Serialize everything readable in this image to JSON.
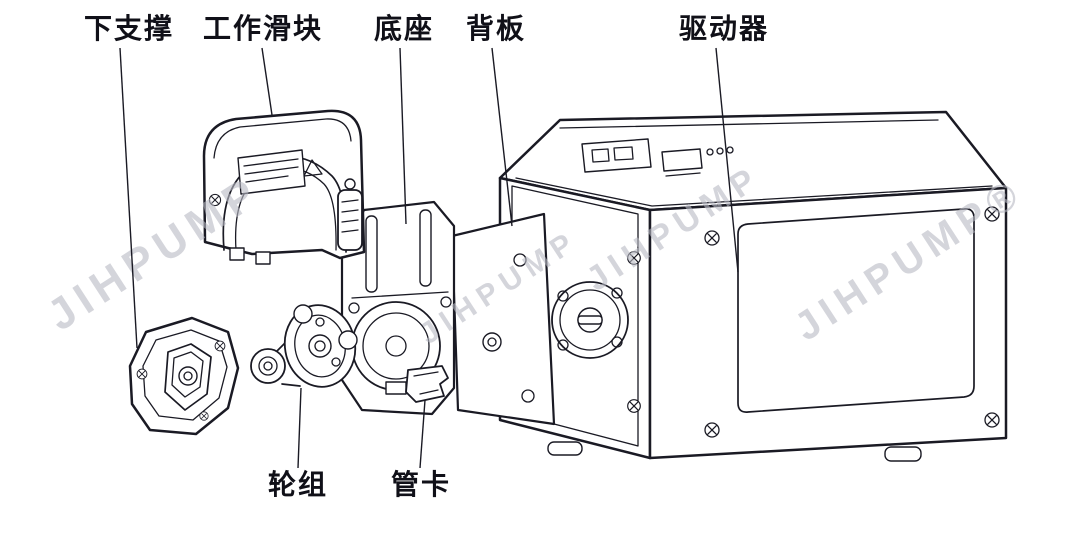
{
  "diagram": {
    "type": "exploded-parts-diagram",
    "subject": "peristaltic-pump",
    "labels": [
      {
        "id": "lower-support",
        "text": "下支撑",
        "position": "top"
      },
      {
        "id": "working-slider",
        "text": "工作滑块",
        "position": "top"
      },
      {
        "id": "base",
        "text": "底座",
        "position": "top"
      },
      {
        "id": "back-plate",
        "text": "背板",
        "position": "top"
      },
      {
        "id": "driver",
        "text": "驱动器",
        "position": "top"
      },
      {
        "id": "wheel-group",
        "text": "轮组",
        "position": "bottom"
      },
      {
        "id": "tube-clamp",
        "text": "管卡",
        "position": "bottom"
      }
    ],
    "watermark_text": "JIHPUMP",
    "brand_text": "JIHPUMP®",
    "colors": {
      "line": "#1a1a24",
      "label": "#101018",
      "watermark": "#b9bac4",
      "background": "#ffffff"
    }
  }
}
